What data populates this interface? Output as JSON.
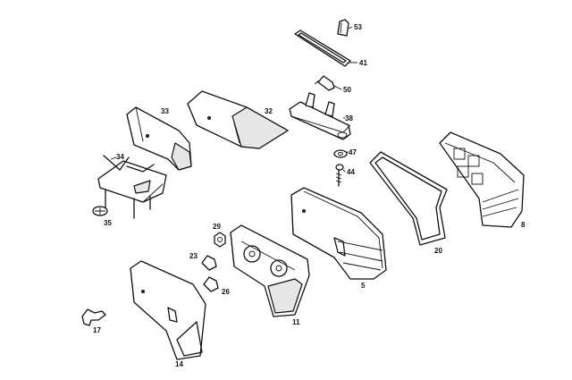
{
  "diagram": {
    "part_numbers": {
      "p53": "53",
      "p41": "41",
      "p50": "50",
      "p38": "38",
      "p33": "33",
      "p32": "32",
      "p34": "34",
      "p47": "47",
      "p44": "44",
      "p35": "35",
      "p29": "29",
      "p23": "23",
      "p26": "26",
      "p11": "11",
      "p5": "5",
      "p20": "20",
      "p8": "8",
      "p17": "17",
      "p14": "14"
    }
  }
}
